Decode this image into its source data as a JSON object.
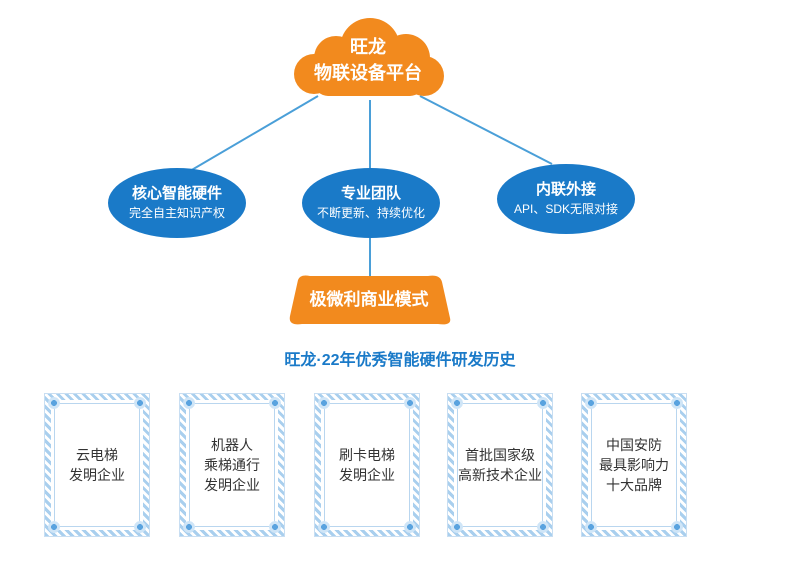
{
  "cloud": {
    "line1": "旺龙",
    "line2": "物联设备平台"
  },
  "nodes": [
    {
      "title": "核心智能硬件",
      "subtitle": "完全自主知识产权"
    },
    {
      "title": "专业团队",
      "subtitle": "不断更新、持续优化"
    },
    {
      "title": "内联外接",
      "subtitle": "API、SDK无限对接"
    }
  ],
  "model": {
    "label": "极微利商业模式"
  },
  "history": {
    "title": "旺龙·22年优秀智能硬件研发历史"
  },
  "certs": [
    {
      "lines": [
        "云电梯",
        "发明企业"
      ]
    },
    {
      "lines": [
        "机器人",
        "乘梯通行",
        "发明企业"
      ]
    },
    {
      "lines": [
        "刷卡电梯",
        "发明企业"
      ]
    },
    {
      "lines": [
        "首批国家级",
        "高新技术企业"
      ]
    },
    {
      "lines": [
        "中国安防",
        "最具影响力",
        "十大品牌"
      ]
    }
  ],
  "colors": {
    "orange": "#f28a1e",
    "blue": "#1a7ac8",
    "line": "#4a9fd8"
  }
}
